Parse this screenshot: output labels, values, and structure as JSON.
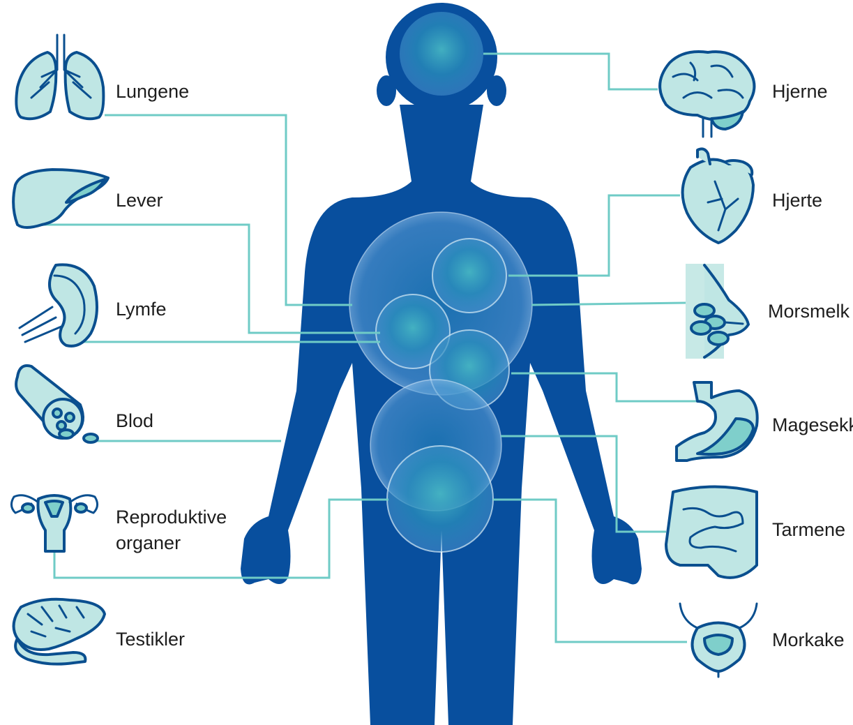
{
  "labels": {
    "lungs": "Lungene",
    "liver": "Lever",
    "lymph": "Lymfe",
    "blood": "Blod",
    "reproductive_line1": "Reproduktive",
    "reproductive_line2": "organer",
    "testicles": "Testikler",
    "brain": "Hjerne",
    "heart": "Hjerte",
    "breast_milk": "Morsmelk",
    "stomach": "Magesekk",
    "intestines": "Tarmene",
    "placenta": "Morkake"
  },
  "colors": {
    "body": "#084f9e",
    "connector": "#6fcbc6",
    "icon_fill": "#bfe6e4",
    "icon_accent": "#7fcfcb",
    "icon_stroke": "#0a4f8f"
  }
}
